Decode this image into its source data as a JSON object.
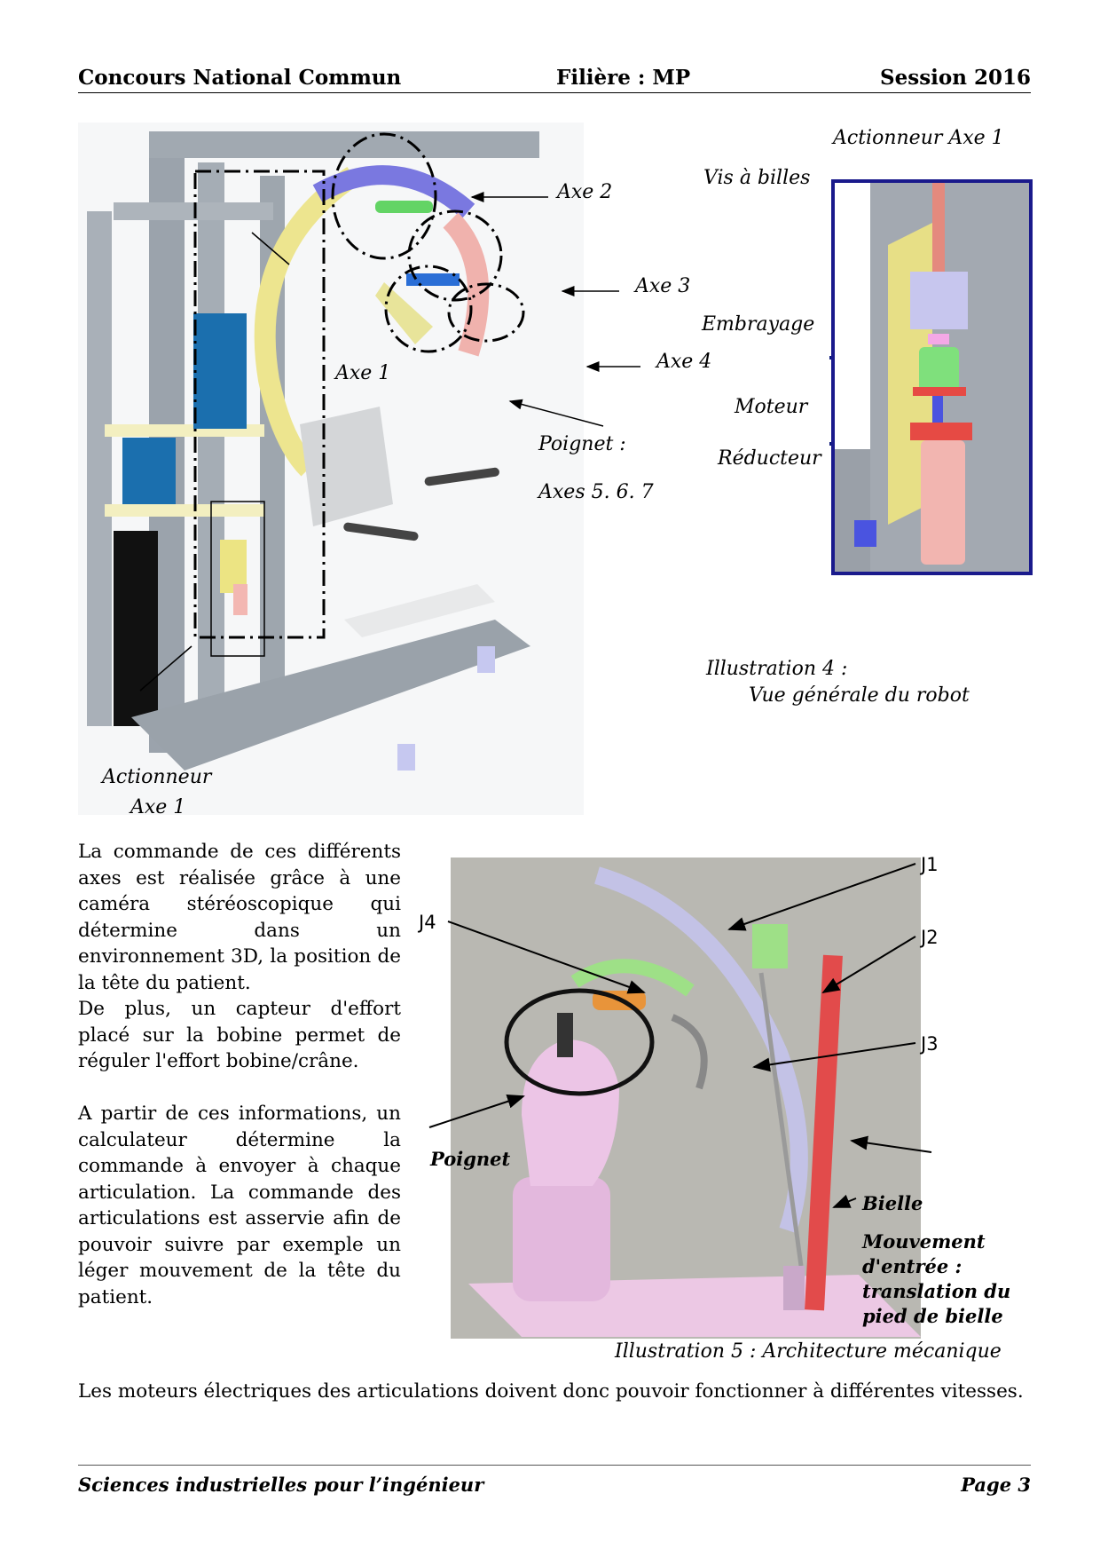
{
  "header": {
    "left": "Concours National Commun",
    "center": "Filière : MP",
    "right": "Session 2016"
  },
  "illustration4": {
    "labels": {
      "axe2": "Axe 2",
      "axe3": "Axe 3",
      "axe4": "Axe 4",
      "axe1": "Axe 1",
      "poignet": "Poignet :",
      "axes567": "Axes 5. 6. 7",
      "actionneur_line1": "Actionneur",
      "actionneur_line2": "Axe 1"
    },
    "inset": {
      "title": "Actionneur  Axe 1",
      "vis_a_billes": "Vis à billes",
      "embrayage": "Embrayage",
      "moteur": "Moteur",
      "reducteur": "Réducteur"
    },
    "caption_line1": "Illustration 4 :",
    "caption_line2": "Vue générale du robot"
  },
  "body": {
    "paragraph1": "La commande de ces différents axes est réalisée grâce à une caméra stéréoscopique qui détermine dans un environnement 3D, la position de la tête du patient.",
    "paragraph2": "De plus, un capteur d'effort placé sur la bobine permet de réguler l'effort bobine/crâne.",
    "paragraph3": "A partir de ces informations, un calculateur détermine la commande à envoyer à chaque articulation. La commande des articulations est asservie afin de pouvoir suivre par exemple un léger mouvement de la tête du patient.",
    "paragraph4": "Les moteurs électriques des articulations doivent donc pouvoir fonctionner à différentes vitesses."
  },
  "illustration5": {
    "labels": {
      "j1": "J1",
      "j2": "J2",
      "j3": "J3",
      "j4": "J4",
      "poignet": "Poignet",
      "bielle": "Bielle",
      "mouvement_line1": "Mouvement",
      "mouvement_line2": "d'entrée :",
      "mouvement_line3": "translation du",
      "mouvement_line4": "pied de bielle"
    },
    "caption": "Illustration 5 : Architecture mécanique"
  },
  "footer": {
    "left": "Sciences industrielles pour l’ingénieur",
    "right": "Page 3"
  }
}
